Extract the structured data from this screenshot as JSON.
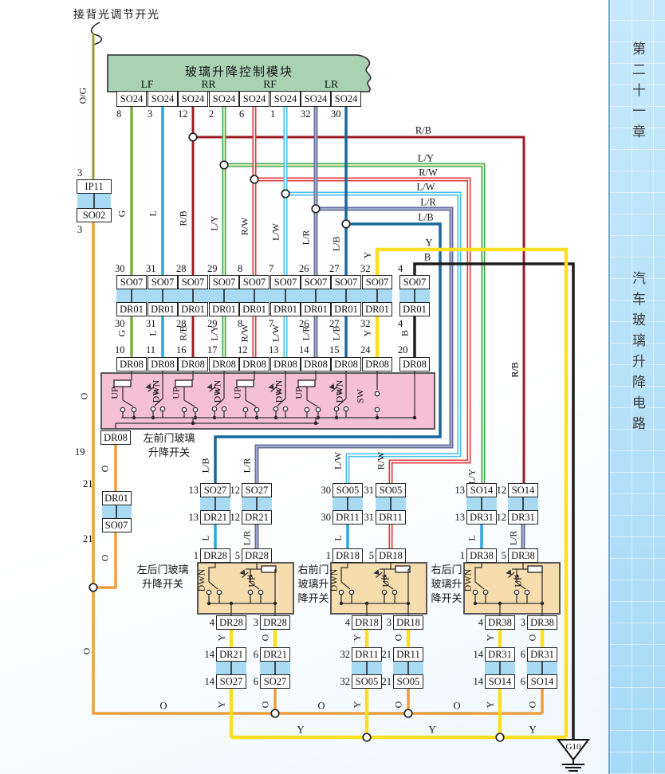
{
  "sidebar": {
    "chapter": "第二十一章",
    "title": "汽车玻璃升降电路"
  },
  "notes": {
    "backlight": "接背光调节开光"
  },
  "module": {
    "title": "玻璃升降控制模块",
    "sections": [
      "LF",
      "RR",
      "RF",
      "LR"
    ],
    "connector": "SO24",
    "pins": [
      "8",
      "3",
      "12",
      "2",
      "6",
      "1",
      "32",
      "30"
    ]
  },
  "main_rows": {
    "so07": {
      "label": "SO07",
      "pins_top": [
        "30",
        "31",
        "28",
        "29",
        "8",
        "7",
        "26",
        "27",
        "32",
        "4"
      ]
    },
    "dr01": {
      "label": "DR01",
      "pins_bottom": [
        "30",
        "31",
        "28",
        "29",
        "8",
        "7",
        "26",
        "27",
        "32",
        "4"
      ]
    },
    "dr08": {
      "label": "DR08",
      "pins": [
        "10",
        "11",
        "16",
        "17",
        "12",
        "13",
        "14",
        "15",
        "24",
        "20"
      ]
    }
  },
  "wires": {
    "names": {
      "rb": "R/B"
    },
    "colors": {
      "og": "#9a9b31",
      "o": "#f09d3b",
      "g": "#74b143",
      "l": "#2aa7dd",
      "rb": "#9c1c23",
      "ly": "#44aa55",
      "rw": "#e03a3e",
      "lw": "#47c1ee",
      "lr": "#67709e",
      "lb": "#19689b",
      "y": "#fbe01f",
      "b": "#1e1e1e"
    },
    "rail_labels": [
      "R/B",
      "L/Y",
      "R/W",
      "L/W",
      "L/R",
      "L/B",
      "Y",
      "B"
    ],
    "column_labels": [
      "G",
      "L",
      "R/B",
      "L/Y",
      "R/W",
      "L/W",
      "L/R",
      "L/B",
      "Y",
      "B"
    ]
  },
  "left_chain": {
    "pin3": "3",
    "ip11": "IP11",
    "so02": "SO02",
    "og": "O/G",
    "o": "O",
    "pin19": "19",
    "pin21": "21"
  },
  "main_switch": {
    "name_line1": "左前门玻璃",
    "name_line2": "升降开关",
    "up": "UP",
    "dwn": "DWN",
    "sw": "SW"
  },
  "door_groups": [
    {
      "name_lines": [
        "左后门玻璃",
        "升降开关"
      ],
      "so": "SO27",
      "dr": "DR21",
      "sw_conn": "DR28",
      "top_pins": [
        "13",
        "12"
      ],
      "in_labels": [
        "L/B",
        "L/R"
      ],
      "out_labels": [
        "L",
        "L/R"
      ],
      "sw_top_pins": [
        "1",
        "5"
      ],
      "sw_bottom_pins": [
        "4",
        "3"
      ],
      "out_wire_labels": [
        "Y",
        "O"
      ],
      "bottom_pins": [
        "14",
        "6"
      ],
      "up": "UP",
      "dwn": "DWN"
    },
    {
      "name_lines": [
        "右前门",
        "玻璃升",
        "降开关"
      ],
      "so": "SO05",
      "dr": "DR11",
      "sw_conn": "DR18",
      "top_pins": [
        "30",
        "31"
      ],
      "in_labels": [
        "L/W",
        "R/W"
      ],
      "out_labels": [
        "L",
        ""
      ],
      "sw_top_pins": [
        "1",
        "5"
      ],
      "sw_bottom_pins": [
        "4",
        "3"
      ],
      "out_wire_labels": [
        "Y",
        "O"
      ],
      "bottom_pins": [
        "32",
        "21"
      ],
      "up": "UP",
      "dwn": "DWN"
    },
    {
      "name_lines": [
        "右后门",
        "玻璃升",
        "降开关"
      ],
      "so": "SO14",
      "dr": "DR31",
      "sw_conn": "DR38",
      "top_pins": [
        "13",
        "12"
      ],
      "in_labels": [
        "L/Y",
        "R/B"
      ],
      "out_labels": [
        "L",
        "L/R"
      ],
      "sw_top_pins": [
        "1",
        "5"
      ],
      "sw_bottom_pins": [
        "4",
        "3"
      ],
      "out_wire_labels": [
        "Y",
        "O"
      ],
      "bottom_pins": [
        "14",
        "6"
      ],
      "up": "UP",
      "dwn": "DWN"
    }
  ],
  "buses": {
    "o": "O",
    "y": "Y"
  },
  "ground": {
    "label": "G10"
  }
}
